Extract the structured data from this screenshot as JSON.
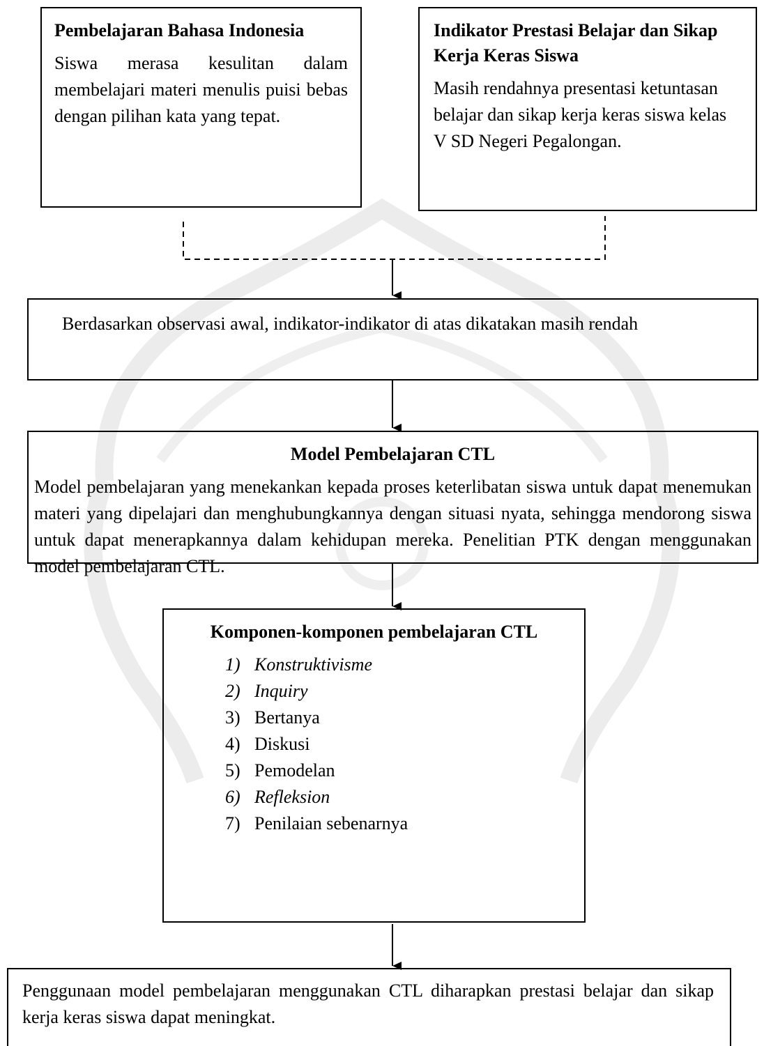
{
  "box1": {
    "title": "Pembelajaran Bahasa Indonesia",
    "text": "Siswa merasa kesulitan dalam membelajari materi menulis puisi bebas dengan pilihan kata yang tepat."
  },
  "box2": {
    "title": "Indikator Prestasi Belajar dan Sikap Kerja Keras Siswa",
    "text": "Masih rendahnya presentasi ketuntasan belajar dan sikap kerja keras siswa kelas V SD Negeri Pegalongan."
  },
  "box3": {
    "text": "Berdasarkan observasi awal, indikator-indikator di atas dikatakan masih rendah"
  },
  "box4": {
    "title": "Model Pembelajaran CTL",
    "text": "Model pembelajaran yang menekankan kepada proses keterlibatan siswa untuk dapat menemukan materi yang dipelajari dan menghubungkannya dengan situasi nyata, sehingga mendorong siswa untuk dapat menerapkannya dalam kehidupan mereka. Penelitian PTK dengan menggunakan model pembelajaran CTL."
  },
  "box5": {
    "title": "Komponen-komponen pembelajaran CTL",
    "items": [
      {
        "num": "1)",
        "label": "Konstruktivisme",
        "italic": true
      },
      {
        "num": "2)",
        "label": "Inquiry",
        "italic": true
      },
      {
        "num": "3)",
        "label": "Bertanya",
        "italic": false
      },
      {
        "num": "4)",
        "label": "Diskusi",
        "italic": false
      },
      {
        "num": "5)",
        "label": "Pemodelan",
        "italic": false
      },
      {
        "num": "6)",
        "label": "Refleksion",
        "italic": true
      },
      {
        "num": "7)",
        "label": "Penilaian sebenarnya",
        "italic": false
      }
    ]
  },
  "box6": {
    "text": "Penggunaan model pembelajaran menggunakan CTL diharapkan prestasi belajar dan sikap kerja keras siswa dapat meningkat."
  }
}
